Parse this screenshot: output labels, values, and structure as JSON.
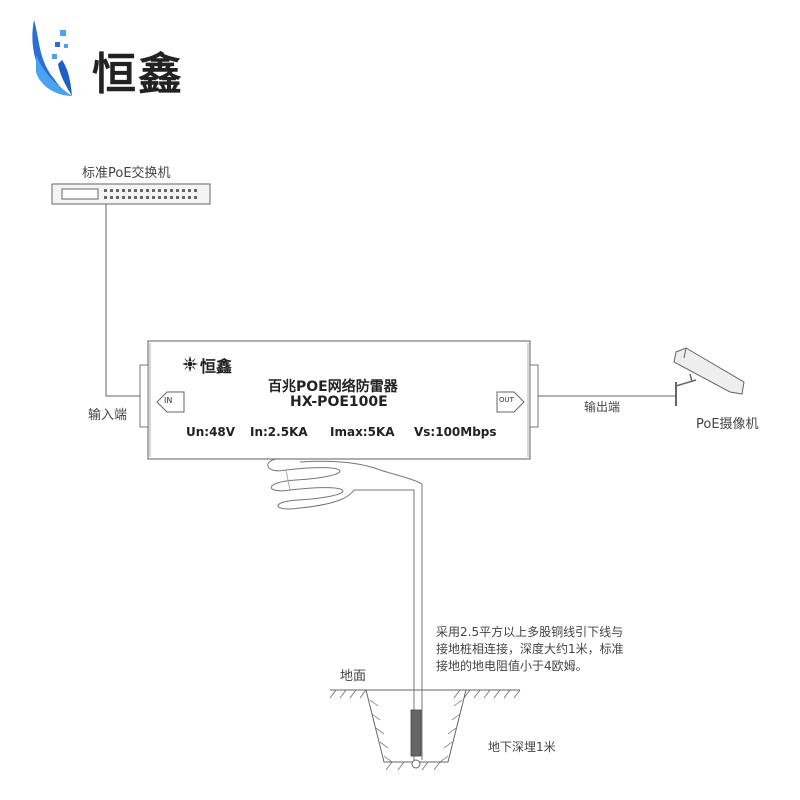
{
  "brand": {
    "name": "恒鑫"
  },
  "switch": {
    "label": "标准PoE交换机"
  },
  "device": {
    "brand": "恒鑫",
    "title": "百兆POE网络防雷器",
    "model": "HX-POE100E",
    "port_in": "IN",
    "port_out": "OUT",
    "specs": [
      "Un:48V",
      "In:2.5KA",
      "Imax:5KA",
      "Vs:100Mbps"
    ]
  },
  "labels": {
    "input": "输入端",
    "output": "输出端",
    "camera": "PoE摄像机",
    "ground": "地面",
    "depth": "地下深埋1米"
  },
  "note": {
    "lines": [
      "采用2.5平方以上多股铜线引下线与",
      "接地桩相连接，深度大约1米，标准",
      "接地的地电阻值小于4欧姆。"
    ]
  },
  "colors": {
    "accent": "#2c7be5",
    "line": "#666666",
    "device_border": "#777777"
  }
}
